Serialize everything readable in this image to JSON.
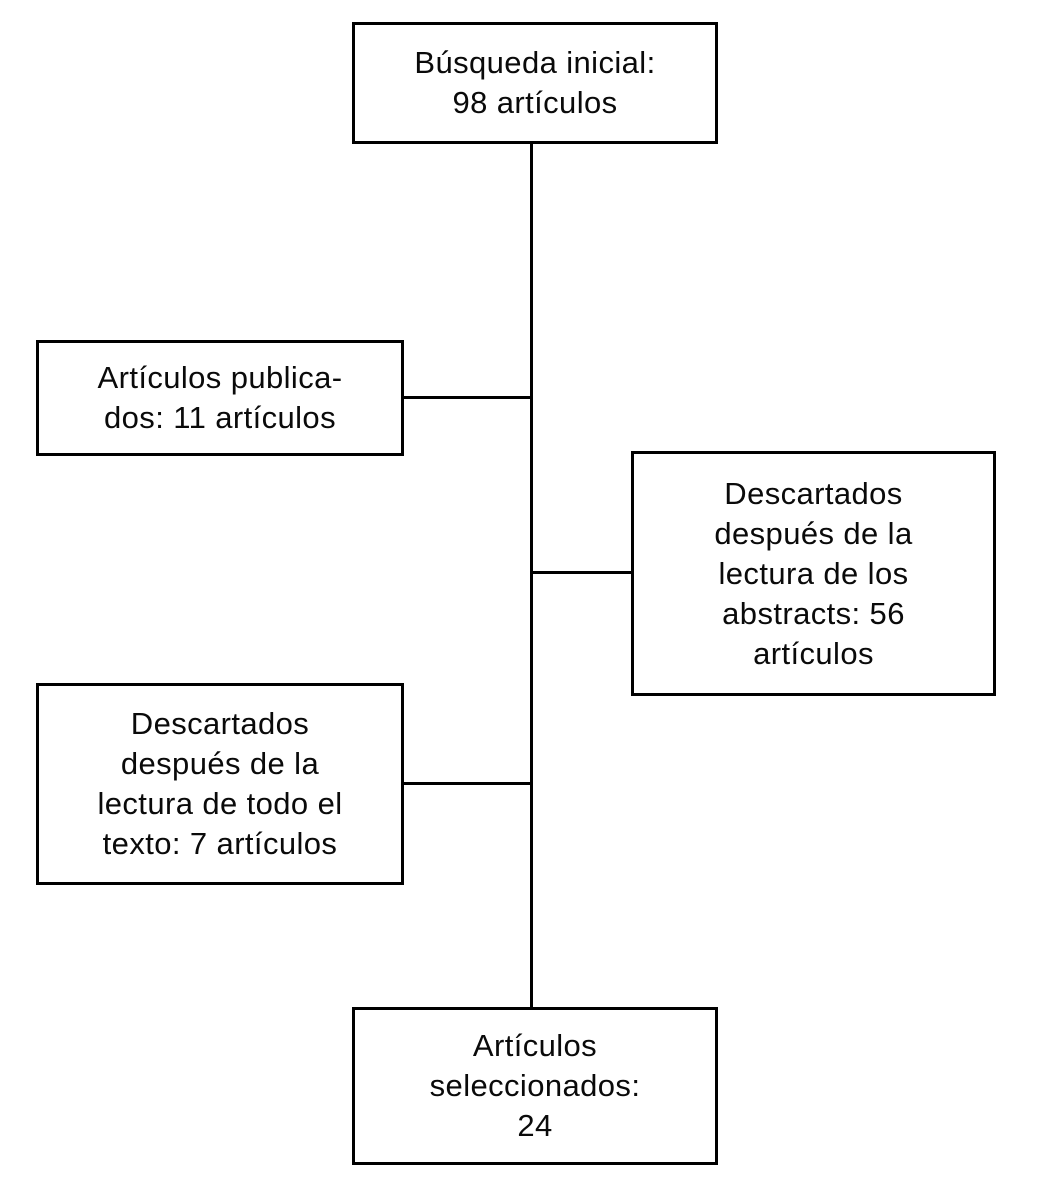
{
  "diagram": {
    "type": "flowchart",
    "language": "es",
    "description": "Article selection flow diagram",
    "nodes": {
      "initial_search": {
        "label": "Búsqueda inicial:\n98 artículos",
        "value": 98
      },
      "published": {
        "label": "Artículos publica-\ndos: 11 artículos",
        "value": 11
      },
      "discarded_abstracts": {
        "label": "Descartados\ndespués de la\nlectura de los\nabstracts: 56\nartículos",
        "value": 56
      },
      "discarded_fulltext": {
        "label": "Descartados\ndespués de la\nlectura de todo el\ntexto: 7 artículos",
        "value": 7
      },
      "selected": {
        "label": "Artículos\nseleccionados:\n24",
        "value": 24
      }
    },
    "edges": [
      {
        "from": "initial_search",
        "to": "published"
      },
      {
        "from": "initial_search",
        "to": "discarded_abstracts"
      },
      {
        "from": "initial_search",
        "to": "discarded_fulltext"
      },
      {
        "from": "initial_search",
        "to": "selected"
      }
    ],
    "colors": {
      "background": "#ffffff",
      "box_fill": "#ffffff",
      "box_border": "#000000",
      "line": "#000000",
      "text": "#0a0a0a"
    }
  }
}
